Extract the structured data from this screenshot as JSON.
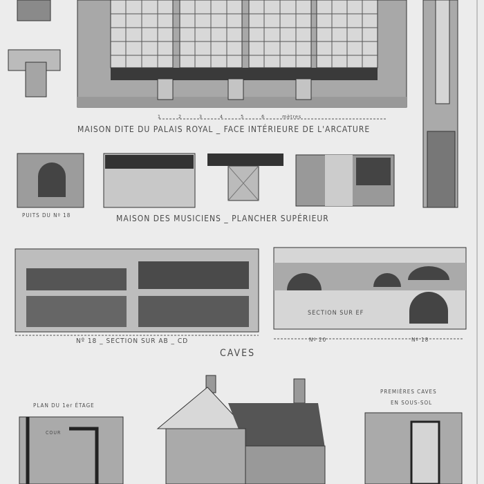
{
  "plate": {
    "title_arcature": "MAISON DITE DU PALAIS ROYAL _ FACE INTÉRIEURE DE L'ARCATURE",
    "scale_labels": [
      "1",
      "2",
      "3",
      "4",
      "5",
      "6 mètres"
    ],
    "puits_label": "PUITS DU Nº 18",
    "title_musiciens": "MAISON DES MUSICIENS _ PLANCHER SUPÉRIEUR",
    "section_ab_cd": "Nº 18 _ SECTION SUR AB _ CD",
    "section_ef": "SECTION SUR EF",
    "no20": "Nº 20",
    "no18": "Nº 18",
    "caves": "CAVES",
    "plan_etage": "PLAN DU 1er ÉTAGE",
    "premieres_caves_1": "PREMIÈRES CAVES",
    "premieres_caves_2": "EN SOUS-SOL",
    "cour": "COUR"
  },
  "colors": {
    "paper": "#ececec",
    "ink": "#333333",
    "wash": "#9a9a9a",
    "dark": "#3a3a3a"
  }
}
